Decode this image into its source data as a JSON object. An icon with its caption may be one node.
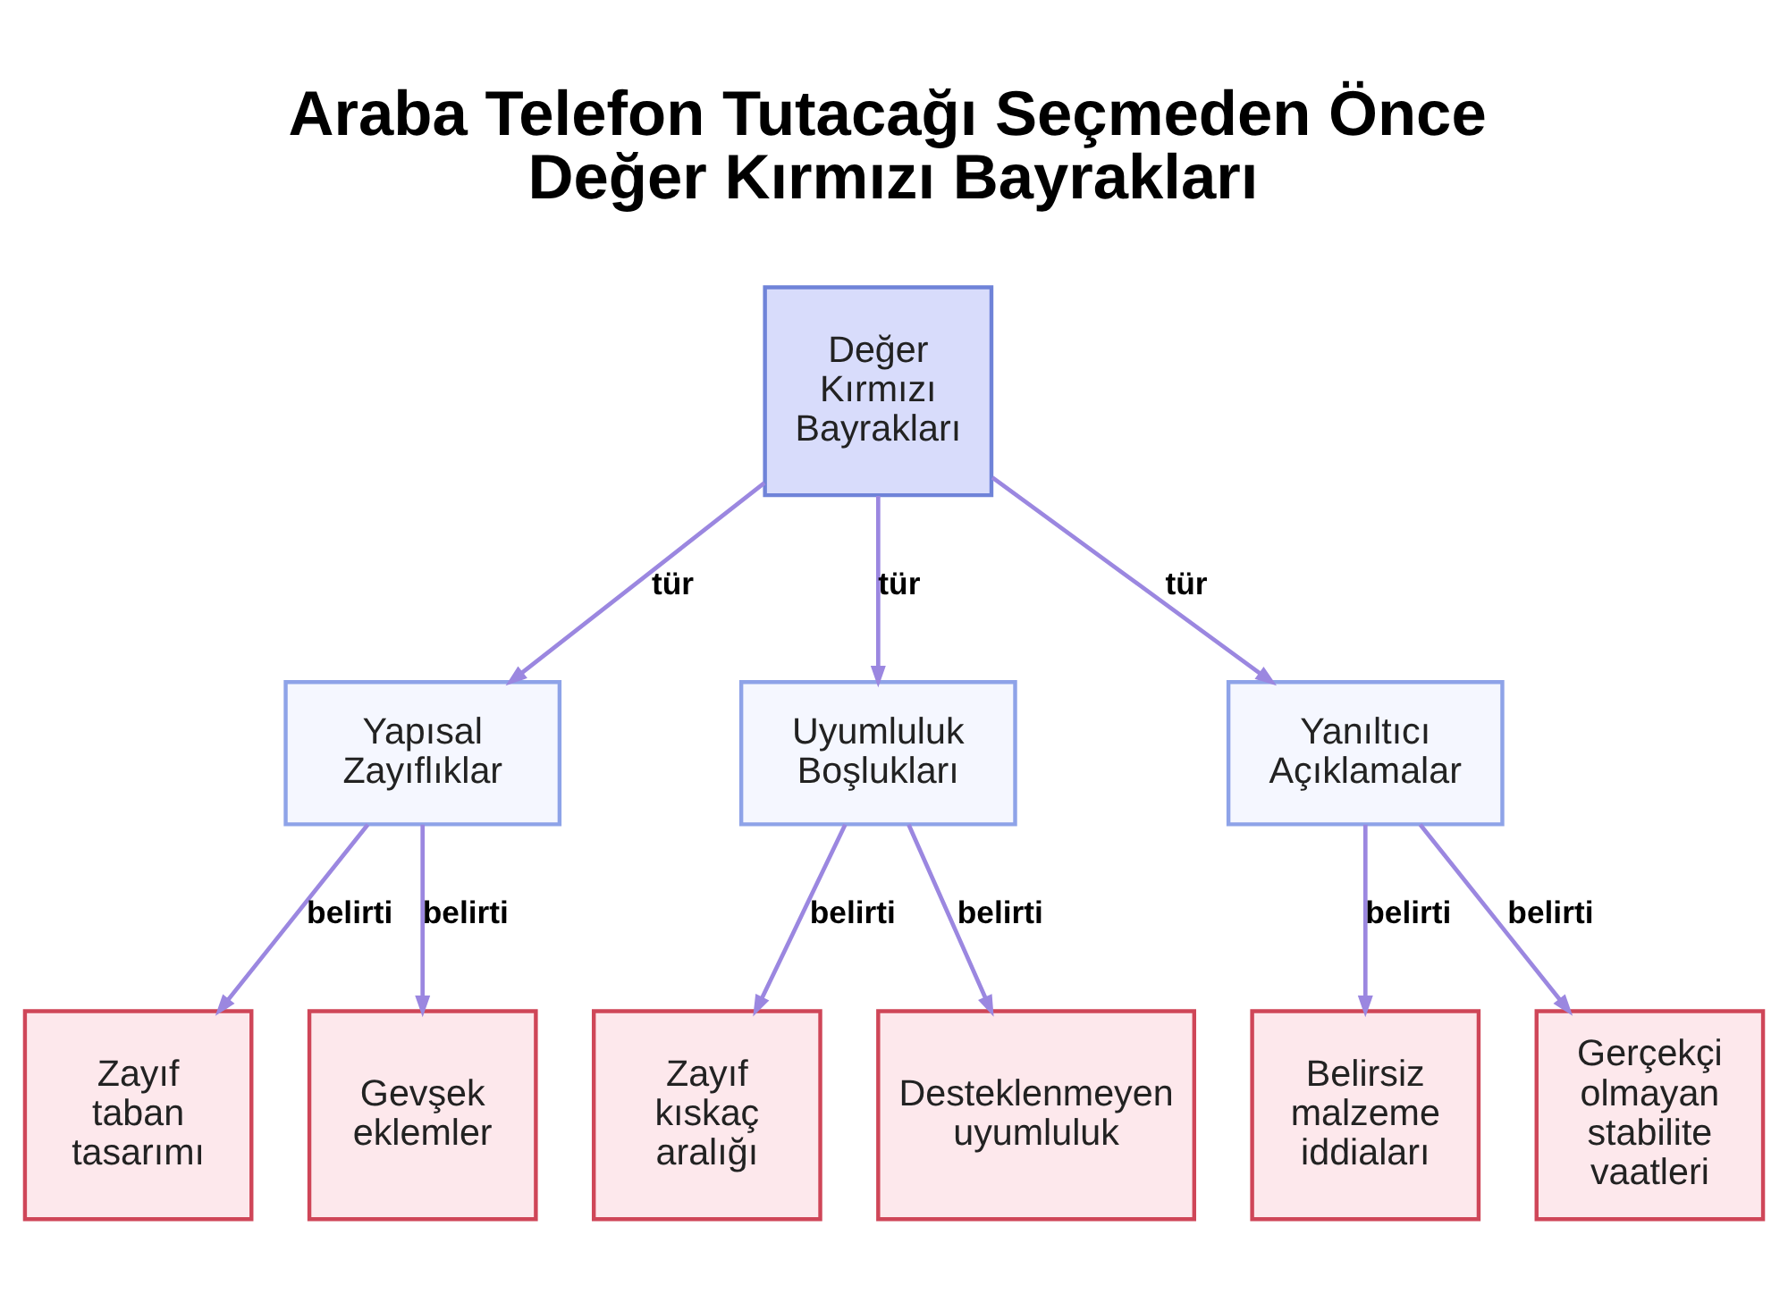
{
  "diagram": {
    "title": "Araba Telefon Tutacağı Seçmeden Önce Değer Kırmızı Bayrakları",
    "nodes": [
      {
        "text": [
          "Değer Kırmızı Bayrakları"
        ]
      },
      {
        "text": [
          "Yapısal Zayıflıklar"
        ]
      },
      {
        "text": [
          "Uyumluluk Boşlukları"
        ]
      },
      {
        "text": [
          "Yanıltıcı Açıklamalar"
        ]
      },
      {
        "text": [
          "Zayıf taban tasarımı"
        ]
      },
      {
        "text": [
          "Gevşek eklemler"
        ]
      },
      {
        "text": [
          "Zayıf kıskaç aralığı"
        ]
      },
      {
        "text": [
          "Desteklenmeyen uyumluluk"
        ]
      },
      {
        "text": [
          "Belirsiz malzeme iddiaları"
        ]
      },
      {
        "text": [
          "Gerçekçi olmayan stabilite vaatleri"
        ]
      }
    ],
    "edges": [
      {
        "from": 0,
        "to": 1,
        "arrow": "to",
        "label": "tür"
      },
      {
        "from": 0,
        "to": 2,
        "arrow": "to",
        "label": "tür"
      },
      {
        "from": 0,
        "to": 3,
        "arrow": "to",
        "label": "tür"
      },
      {
        "from": 1,
        "to": 4,
        "arrow": "to",
        "label": "belirti"
      },
      {
        "from": 1,
        "to": 5,
        "arrow": "to",
        "label": "belirti"
      },
      {
        "from": 2,
        "to": 6,
        "arrow": "to",
        "label": "belirti"
      },
      {
        "from": 2,
        "to": 7,
        "arrow": "to",
        "label": "belirti"
      },
      {
        "from": 3,
        "to": 8,
        "arrow": "to",
        "label": "belirti"
      },
      {
        "from": 3,
        "to": 9,
        "arrow": "to",
        "label": "belirti"
      }
    ]
  }
}
